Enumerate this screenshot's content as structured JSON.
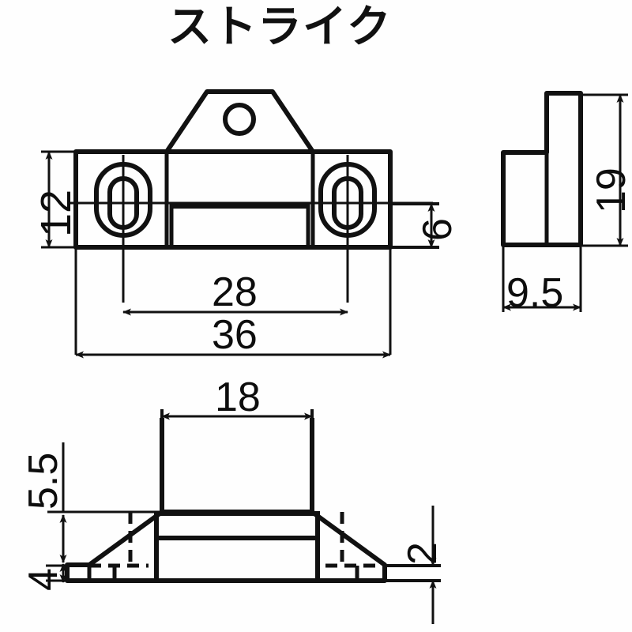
{
  "sheet": {
    "title": "ストライク",
    "background_color": "#fefefe",
    "line_color": "#111111",
    "units_note": ""
  },
  "views": {
    "front": {
      "name": "front-view",
      "dimensions": {
        "height_overall": "12",
        "height_inner": "6",
        "width_hole_pitch": "28",
        "width_overall": "36"
      }
    },
    "side": {
      "name": "side-view",
      "dimensions": {
        "height_overall": "19",
        "width_overall": "9.5"
      }
    },
    "bottom": {
      "name": "bottom-view",
      "dimensions": {
        "width_boss": "18",
        "height_boss": "5.5",
        "height_base": "4",
        "thickness_flange": "2"
      }
    }
  },
  "labels": {
    "d12": "12",
    "d6": "6",
    "d28": "28",
    "d36": "36",
    "d19": "19",
    "d95": "9.5",
    "d18": "18",
    "d55": "5.5",
    "d4": "4",
    "d2": "2"
  }
}
